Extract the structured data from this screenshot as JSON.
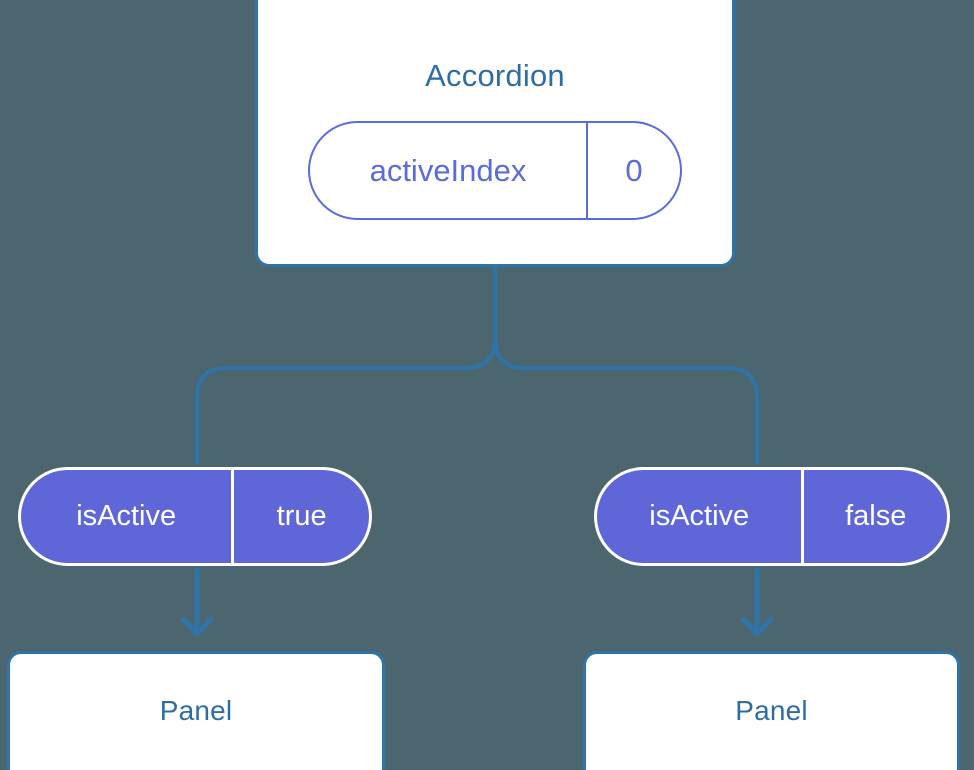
{
  "background_color": "#4c6670",
  "colors": {
    "card_border": "#2f74a8",
    "card_background": "#ffffff",
    "title_text": "#2e6da4",
    "connector_line": "#2f74a8",
    "pill_outline": "#5c6bdb",
    "pill_fill": "#5f67d8",
    "pill_filled_text": "#ffffff"
  },
  "diagram": {
    "type": "component-state-tree",
    "root": {
      "title": "Accordion",
      "state_pill": {
        "key": "activeIndex",
        "value": "0"
      }
    },
    "children": [
      {
        "prop_pill": {
          "key": "isActive",
          "value": "true"
        },
        "component": {
          "title": "Panel"
        }
      },
      {
        "prop_pill": {
          "key": "isActive",
          "value": "false"
        },
        "component": {
          "title": "Panel"
        }
      }
    ]
  }
}
